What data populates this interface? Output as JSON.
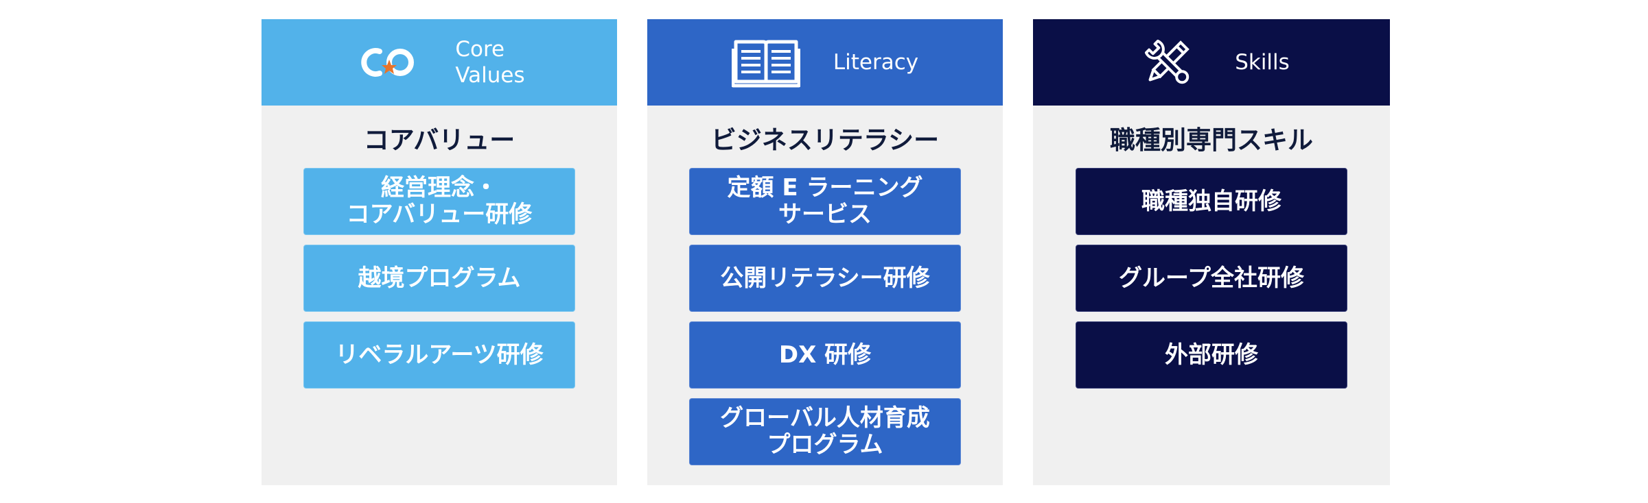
{
  "columns": [
    {
      "header": {
        "label": "Core\nValues",
        "icon": "core-values-logo-icon"
      },
      "title": "コアバリュー",
      "items": [
        "経営理念・\nコアバリュー研修",
        "越境プログラム",
        "リベラルアーツ研修"
      ]
    },
    {
      "header": {
        "label": "Literacy",
        "icon": "open-book-icon"
      },
      "title": "ビジネスリテラシー",
      "items": [
        "定額 E ラーニング\nサービス",
        "公開リテラシー研修",
        "DX 研修",
        "グローバル人材育成\nプログラム"
      ]
    },
    {
      "header": {
        "label": "Skills",
        "icon": "wrench-pencil-icon"
      },
      "title": "職種別専門スキル",
      "items": [
        "職種独自研修",
        "グループ全社研修",
        "外部研修"
      ]
    }
  ],
  "colors": {
    "core_values": "#52b2ea",
    "literacy": "#2e66c6",
    "skills": "#0a0f47",
    "panel_background": "#f0f0f0",
    "title_text": "#101b3b",
    "logo_star": "#e8742a"
  }
}
